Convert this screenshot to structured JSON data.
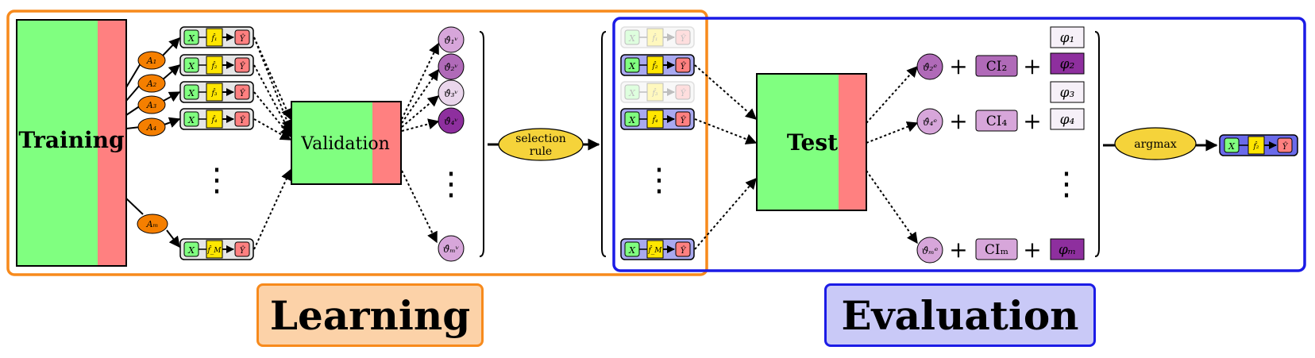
{
  "colors": {
    "green": "#80ff80",
    "red": "#ff8080",
    "yellow": "#ffe600",
    "orange": "#f57f00",
    "orange_frame": "#f78a1c",
    "blue_frame": "#1b1be6",
    "lavender": "#a9a9f0",
    "purple_dark": "#8e2f9e",
    "purple_mid": "#b06ab8",
    "purple_light": "#d7a6da",
    "purple_pale": "#f1e6f3",
    "gold": "#f5d33a"
  },
  "learning": {
    "training_label": "Training",
    "validation_label": "Validation",
    "agents": [
      "A₁",
      "A₂",
      "A₃",
      "A₄",
      "Aₘ"
    ],
    "agent_last": "A_M",
    "pipelines": [
      {
        "x": "X",
        "f": "f̂₁",
        "y": "Ŷ"
      },
      {
        "x": "X",
        "f": "f̂₂",
        "y": "Ŷ"
      },
      {
        "x": "X",
        "f": "f̂₃",
        "y": "Ŷ"
      },
      {
        "x": "X",
        "f": "f̂₄",
        "y": "Ŷ"
      },
      {
        "x": "X",
        "f": "f̂_M",
        "y": "Ŷ"
      }
    ],
    "theta_v": [
      "ϑ̂₁ᵛ",
      "ϑ̂₂ᵛ",
      "ϑ̂₃ᵛ",
      "ϑ̂₄ᵛ",
      "ϑ̂ₘᵛ"
    ],
    "selection_rule_line1": "selection",
    "selection_rule_line2": "rule",
    "section_title": "Learning"
  },
  "evaluation": {
    "test_label": "Test",
    "pipelines": [
      {
        "x": "X",
        "f": "f̂₁",
        "y": "Ŷ",
        "state": "faded"
      },
      {
        "x": "X",
        "f": "f̂₂",
        "y": "Ŷ",
        "state": "selected"
      },
      {
        "x": "X",
        "f": "f̂₃",
        "y": "Ŷ",
        "state": "faded"
      },
      {
        "x": "X",
        "f": "f̂₄",
        "y": "Ŷ",
        "state": "selected"
      },
      {
        "x": "X",
        "f": "f̂_M",
        "y": "Ŷ",
        "state": "selected"
      }
    ],
    "theta_e": [
      "ϑ̂₂ᵉ",
      "ϑ̂₄ᵉ",
      "ϑ̂ₘᵉ"
    ],
    "ci": [
      "CI₂",
      "CI₄",
      "CIₘ"
    ],
    "plus": "+",
    "phi": [
      "φ₁",
      "φ₂",
      "φ₃",
      "φ₄",
      "φₘ"
    ],
    "argmax_label": "argmax",
    "result": {
      "x": "X",
      "f": "f̂₂",
      "y": "Ŷ"
    },
    "section_title": "Evaluation"
  },
  "vdots": "⋮"
}
